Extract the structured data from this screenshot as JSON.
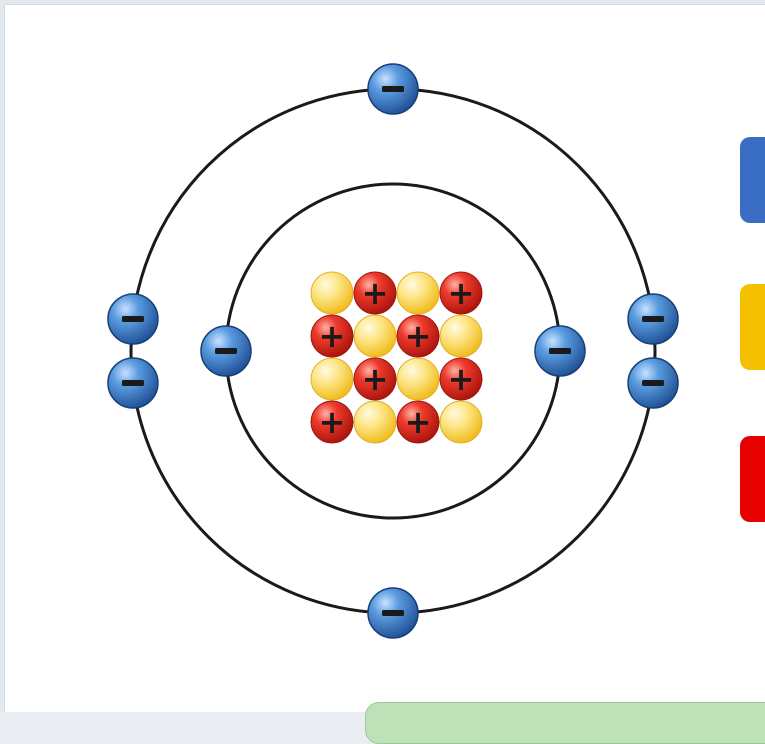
{
  "diagram": {
    "electron_symbol": "−",
    "proton_symbol": "+",
    "shells": [
      {
        "electrons": 2
      },
      {
        "electrons": 6
      }
    ],
    "nucleus": {
      "rows": [
        [
          "neutron",
          "proton",
          "neutron",
          "proton"
        ],
        [
          "proton",
          "neutron",
          "proton",
          "neutron"
        ],
        [
          "neutron",
          "proton",
          "neutron",
          "proton"
        ],
        [
          "proton",
          "neutron",
          "proton",
          "neutron"
        ]
      ]
    }
  },
  "legend": {
    "items": [
      {
        "id": "electron",
        "color": "#3a6ec4"
      },
      {
        "id": "neutron",
        "color": "#f5c000"
      },
      {
        "id": "proton",
        "color": "#e60000"
      }
    ]
  },
  "colors": {
    "electron": "#2f6fb5",
    "proton": "#d9261c",
    "neutron": "#f7d24a",
    "orbit": "#1a1a1a",
    "button": "#bfe1b7"
  }
}
